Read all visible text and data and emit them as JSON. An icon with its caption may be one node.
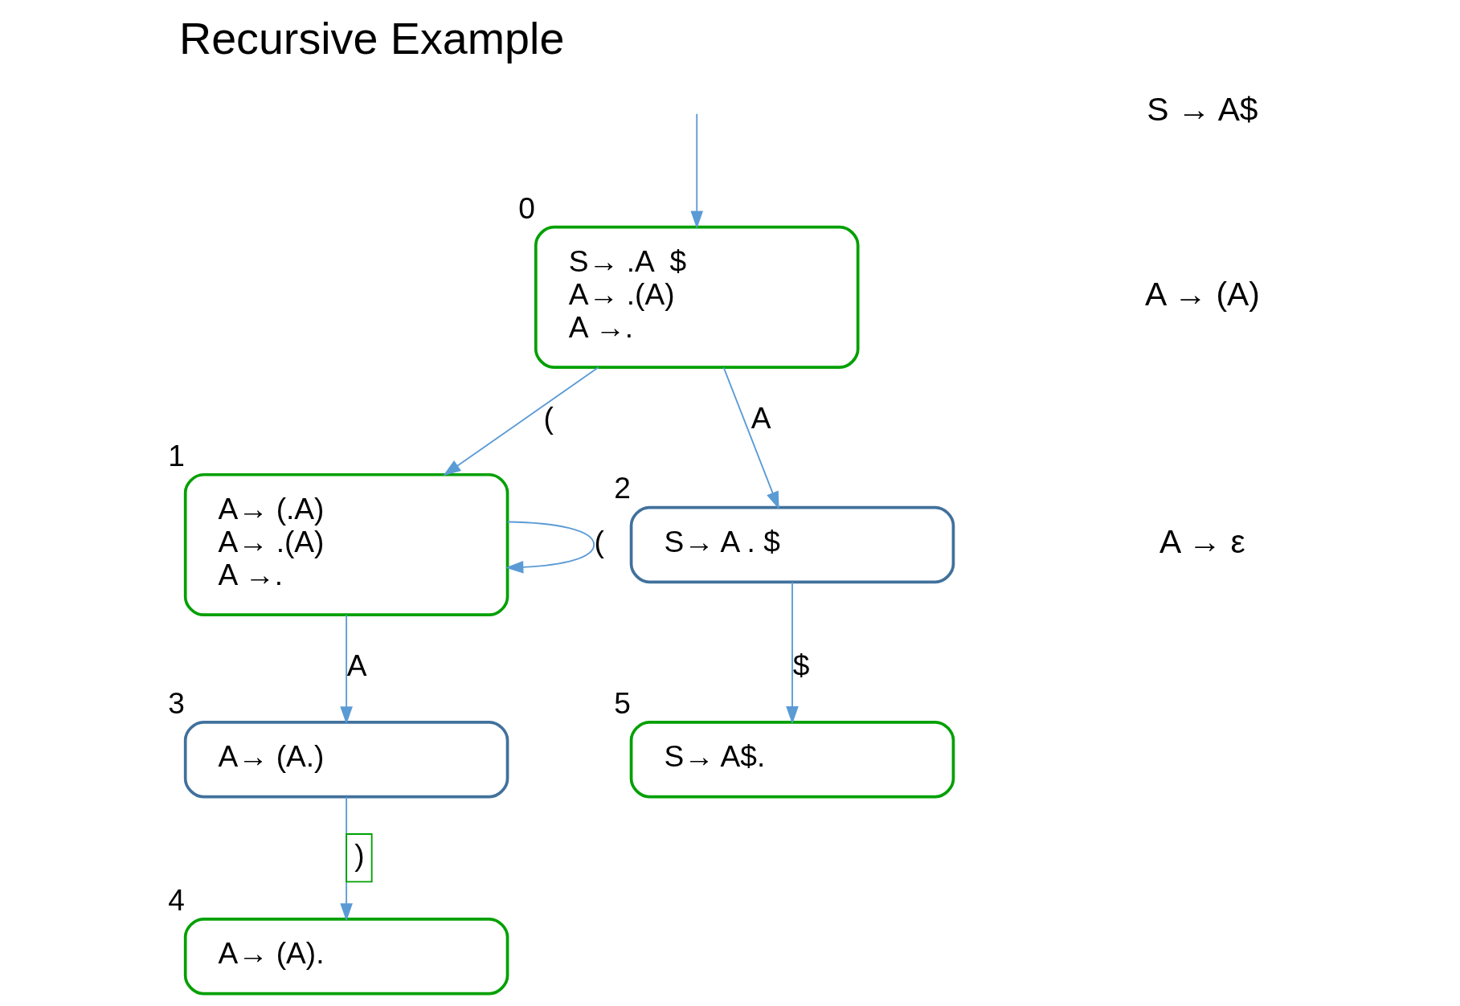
{
  "diagram": {
    "title": "Recursive Example",
    "nodes": [
      {
        "text": [
          "S→ .A  $",
          "A→ .(A)",
          "A →."
        ],
        "beside": [
          "0"
        ]
      },
      {
        "text": [
          "A→ (.A)",
          "A→ .(A)",
          "A →."
        ],
        "beside": [
          "1"
        ]
      },
      {
        "text": [
          "S→ A . $"
        ],
        "beside": [
          "2"
        ]
      },
      {
        "text": [
          "A→ (A.)"
        ],
        "beside": [
          "3"
        ]
      },
      {
        "text": [
          "A→ (A)."
        ],
        "beside": [
          "4"
        ]
      },
      {
        "text": [
          "S→ A$."
        ],
        "beside": [
          "5"
        ]
      }
    ],
    "edges": [
      {
        "from": null,
        "to": 0,
        "arrow": "to"
      },
      {
        "from": 0,
        "to": 1,
        "arrow": "to",
        "label": "("
      },
      {
        "from": 0,
        "to": 2,
        "arrow": "to",
        "label": "A"
      },
      {
        "from": 1,
        "to": 1,
        "arrow": "to",
        "label": "("
      },
      {
        "from": 1,
        "to": 3,
        "arrow": "to",
        "label": "A"
      },
      {
        "from": 3,
        "to": 4,
        "arrow": "to",
        "label": ")"
      },
      {
        "from": 2,
        "to": 5,
        "arrow": "to",
        "label": "$"
      }
    ],
    "labels": [
      "S → A$",
      "A → (A)",
      "A → ε"
    ]
  }
}
